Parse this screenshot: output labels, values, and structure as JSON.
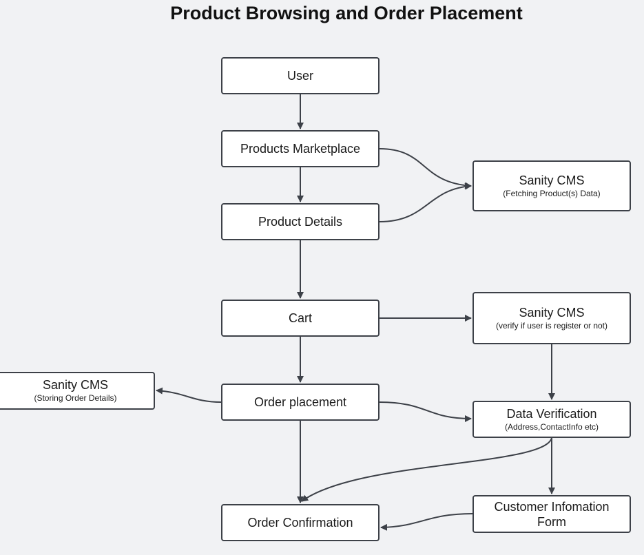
{
  "title": "Product Browsing and Order Placement",
  "nodes": {
    "user": {
      "label": "User"
    },
    "marketplace": {
      "label": "Products Marketplace"
    },
    "details": {
      "label": "Product Details"
    },
    "cart": {
      "label": "Cart"
    },
    "order": {
      "label": "Order placement"
    },
    "confirmation": {
      "label": "Order Confirmation"
    },
    "cms_fetch": {
      "label": "Sanity CMS",
      "sub": "(Fetching Product(s) Data)"
    },
    "cms_verify": {
      "label": "Sanity CMS",
      "sub": "(verify if user is register or not)"
    },
    "verification": {
      "label": "Data Verification",
      "sub": "(Address,ContactInfo etc)"
    },
    "form": {
      "label": "Customer Infomation\nForm"
    },
    "cms_store": {
      "label": "Sanity CMS",
      "sub": "(Storing Order Details)"
    }
  },
  "colors": {
    "background": "#f1f2f4",
    "stroke": "#3d4148",
    "node_fill": "#ffffff"
  }
}
